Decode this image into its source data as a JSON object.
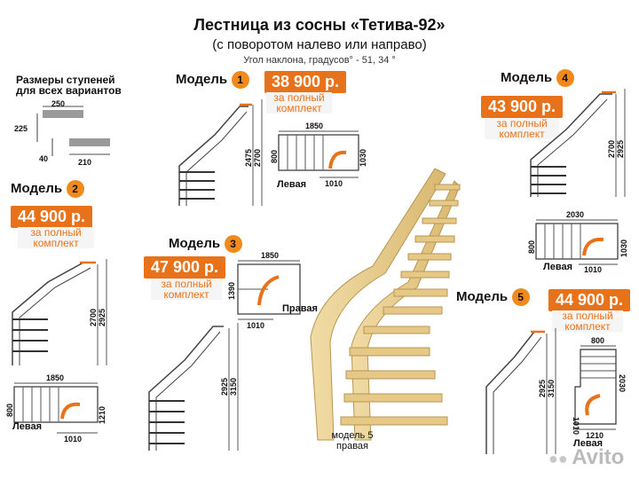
{
  "header": {
    "title": "Лестница из сосны «Тетива-92»",
    "subtitle": "(с поворотом налево или направо)",
    "angle": "Угол наклона, градусов° - 51, 34 °"
  },
  "steps_info": {
    "caption_line1": "Размеры ступеней",
    "caption_line2": "для всех вариантов",
    "d250": "250",
    "d225": "225",
    "d40": "40",
    "d210": "210"
  },
  "model_word": "Модель",
  "full_set_line1": "за полный",
  "full_set_line2": "комплект",
  "models": [
    {
      "num": "1",
      "price": "38 900 р.",
      "h1": "2475",
      "h2": "2700",
      "plan_w": "1850",
      "plan_h": "800",
      "plan_h2": "1030",
      "plan_b": "1010",
      "side": "Левая"
    },
    {
      "num": "2",
      "price": "44 900 р.",
      "h1": "2700",
      "h2": "2925",
      "plan_w": "1850",
      "plan_h": "800",
      "plan_h2": "1210",
      "plan_b": "1010",
      "side": "Левая"
    },
    {
      "num": "3",
      "price": "47 900 р.",
      "h1": "2925",
      "h2": "3150",
      "plan_w": "1850",
      "plan_h": "1390",
      "plan_b": "1010",
      "side": "Правая"
    },
    {
      "num": "4",
      "price": "43 900 р.",
      "h1": "2700",
      "h2": "2925",
      "plan_w": "2030",
      "plan_h": "800",
      "plan_h2": "1030",
      "plan_b": "1010",
      "side": "Левая"
    },
    {
      "num": "5",
      "price": "44 900 р.",
      "h1": "2925",
      "h2": "3150",
      "plan_w": "800",
      "plan_h": "1010",
      "plan_h2": "2030",
      "plan_b": "1210",
      "side": "Левая"
    }
  ],
  "photo_caption_line1": "модель 5",
  "photo_caption_line2": "правая",
  "watermark": "Avito",
  "colors": {
    "accent": "#e8721a",
    "badge": "#f08a1c",
    "wood": "#e9cf8e",
    "wood_dark": "#c9a760"
  }
}
